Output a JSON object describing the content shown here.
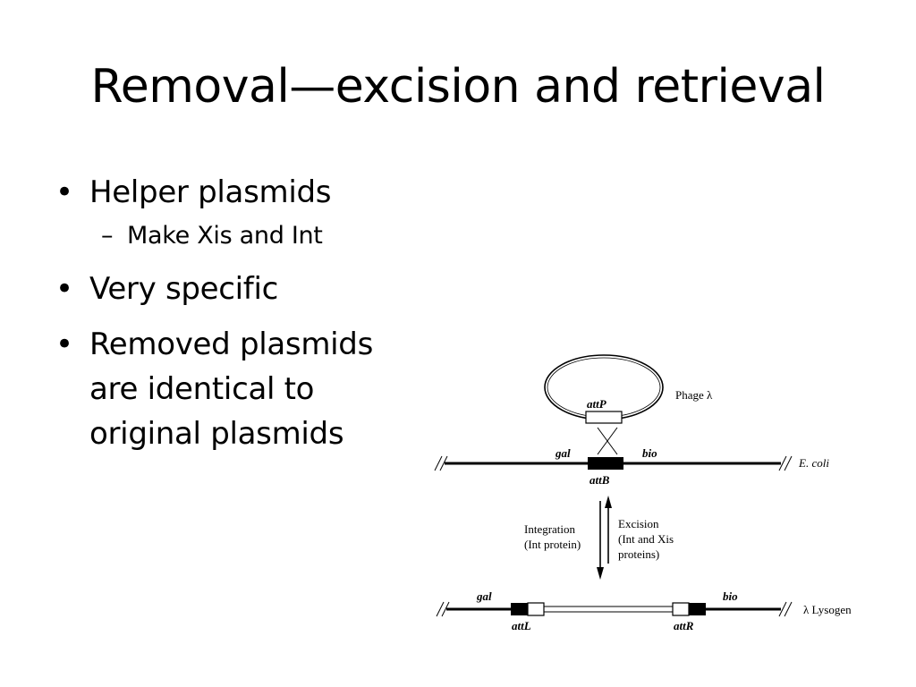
{
  "slide": {
    "title": "Removal—excision and retrieval",
    "bullets": [
      {
        "text": "Helper plasmids",
        "sub": [
          "Make Xis and Int"
        ]
      },
      {
        "text": "Very specific",
        "sub": []
      },
      {
        "text": "Removed plasmids are identical to original plasmids",
        "sub": []
      }
    ],
    "bullet_lines": [
      "Removed plasmids",
      "are identical to",
      "original plasmids"
    ],
    "bullet_marker": "•",
    "sub_marker": "–"
  },
  "diagram": {
    "phage_label": "Phage λ",
    "attp": "attP",
    "gal_top": "gal",
    "bio_top": "bio",
    "attb": "attB",
    "ecoli": "E. coli",
    "integration_1": "Integration",
    "integration_2": "(Int protein)",
    "excision_1": "Excision",
    "excision_2": "(Int and Xis",
    "excision_3": "proteins)",
    "gal_bottom": "gal",
    "bio_bottom": "bio",
    "attl": "attL",
    "attr": "attR",
    "lysogen": "λ Lysogen"
  }
}
